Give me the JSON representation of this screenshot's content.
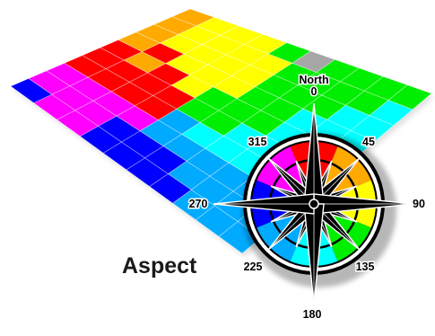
{
  "title": "Aspect",
  "colors": {
    "north": "#ff0000",
    "northeast": "#ffaa00",
    "east": "#ffff00",
    "southeast": "#00ee00",
    "south": "#00ffff",
    "southwest": "#00aaff",
    "west": "#0000ff",
    "northwest": "#ff00ff",
    "flat": "#a6a6a6",
    "grid_line": "#ffffff"
  },
  "legend": {
    "north_label": "North",
    "directions": [
      {
        "key": "north",
        "label": "0"
      },
      {
        "key": "northeast",
        "label": "45"
      },
      {
        "key": "east",
        "label": "90"
      },
      {
        "key": "southeast",
        "label": "135"
      },
      {
        "key": "south",
        "label": "180"
      },
      {
        "key": "southwest",
        "label": "225"
      },
      {
        "key": "west",
        "label": "270"
      },
      {
        "key": "northwest",
        "label": "315"
      }
    ]
  },
  "grid": {
    "rows": 10,
    "cols": 10,
    "cells": [
      [
        "west",
        "northwest",
        "northwest",
        "north",
        "north",
        "north",
        "northeast",
        "northeast",
        "northeast",
        "northeast"
      ],
      [
        "northwest",
        "northwest",
        "northwest",
        "north",
        "north",
        "northeast",
        "north",
        "east",
        "east",
        "east"
      ],
      [
        "northwest",
        "northwest",
        "northwest",
        "north",
        "north",
        "north",
        "east",
        "east",
        "east",
        "east"
      ],
      [
        "west",
        "west",
        "northwest",
        "north",
        "north",
        "east",
        "east",
        "east",
        "east",
        "east"
      ],
      [
        "west",
        "west",
        "southwest",
        "southwest",
        "southeast",
        "southeast",
        "east",
        "east",
        "east",
        "southeast"
      ],
      [
        "west",
        "west",
        "southwest",
        "south",
        "southeast",
        "southeast",
        "southeast",
        "southeast",
        "southeast",
        "flat"
      ],
      [
        "west",
        "southwest",
        "southwest",
        "south",
        "south",
        "southeast",
        "southeast",
        "southeast",
        "southeast",
        "southeast"
      ],
      [
        "southwest",
        "southwest",
        "southwest",
        "south",
        "south",
        "south",
        "south",
        "southeast",
        "southeast",
        "southeast"
      ],
      [
        "southwest",
        "southwest",
        "southwest",
        "southwest",
        "south",
        "south",
        "south",
        "south",
        "southeast",
        "southeast"
      ],
      [
        "southwest",
        "southwest",
        "southwest",
        "southwest",
        "southwest",
        "south",
        "south",
        "south",
        "south",
        "southeast"
      ]
    ]
  }
}
